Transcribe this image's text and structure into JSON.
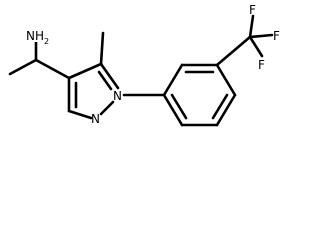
{
  "atoms": {
    "amine": {
      "symbol": "NH",
      "subscript": "2"
    },
    "ring_n_aryl": {
      "symbol": "N"
    },
    "ring_n_imine": {
      "symbol": "N"
    },
    "fluorine_top": {
      "symbol": "F"
    },
    "fluorine_right": {
      "symbol": "F"
    },
    "fluorine_bottom": {
      "symbol": "F"
    }
  },
  "colors": {
    "bond": "#000000",
    "text": "#000000",
    "background": "#ffffff"
  }
}
